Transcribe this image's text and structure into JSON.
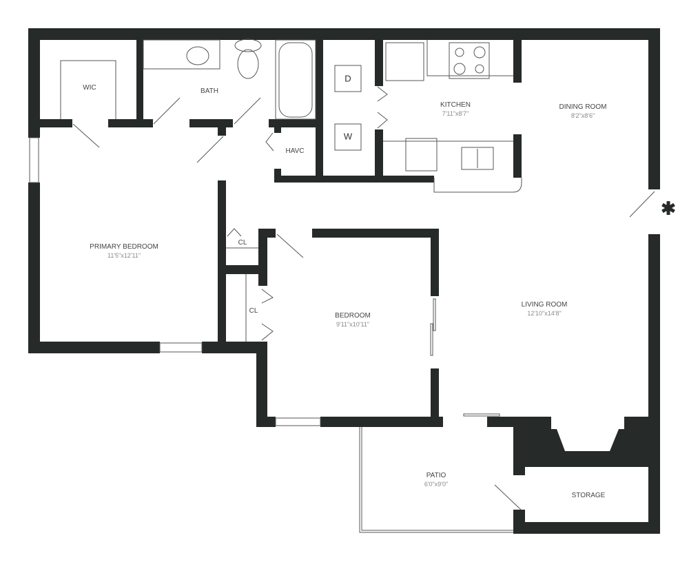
{
  "colors": {
    "wall": "#262a29",
    "line": "#555555",
    "label": "#444444",
    "dimension": "#888888"
  },
  "rooms": {
    "wic": {
      "name": "WIC"
    },
    "bath": {
      "name": "BATH"
    },
    "havc": {
      "name": "HAVC"
    },
    "kitchen": {
      "name": "KITCHEN",
      "size": "7'11\"x8'7\""
    },
    "dining": {
      "name": "DINING ROOM",
      "size": "8'2\"x8'6\""
    },
    "primary": {
      "name": "PRIMARY BEDROOM",
      "size": "11'5\"x12'11\""
    },
    "closet1": {
      "name": "CL"
    },
    "closet2": {
      "name": "CL"
    },
    "bedroom": {
      "name": "BEDROOM",
      "size": "9'11\"x10'11\""
    },
    "living": {
      "name": "LIVING ROOM",
      "size": "12'10\"x14'8\""
    },
    "patio": {
      "name": "PATIO",
      "size": "6'0\"x9'0\""
    },
    "storage": {
      "name": "STORAGE"
    }
  },
  "appliances": {
    "dryer": "D",
    "washer": "W"
  },
  "marker": "✱"
}
